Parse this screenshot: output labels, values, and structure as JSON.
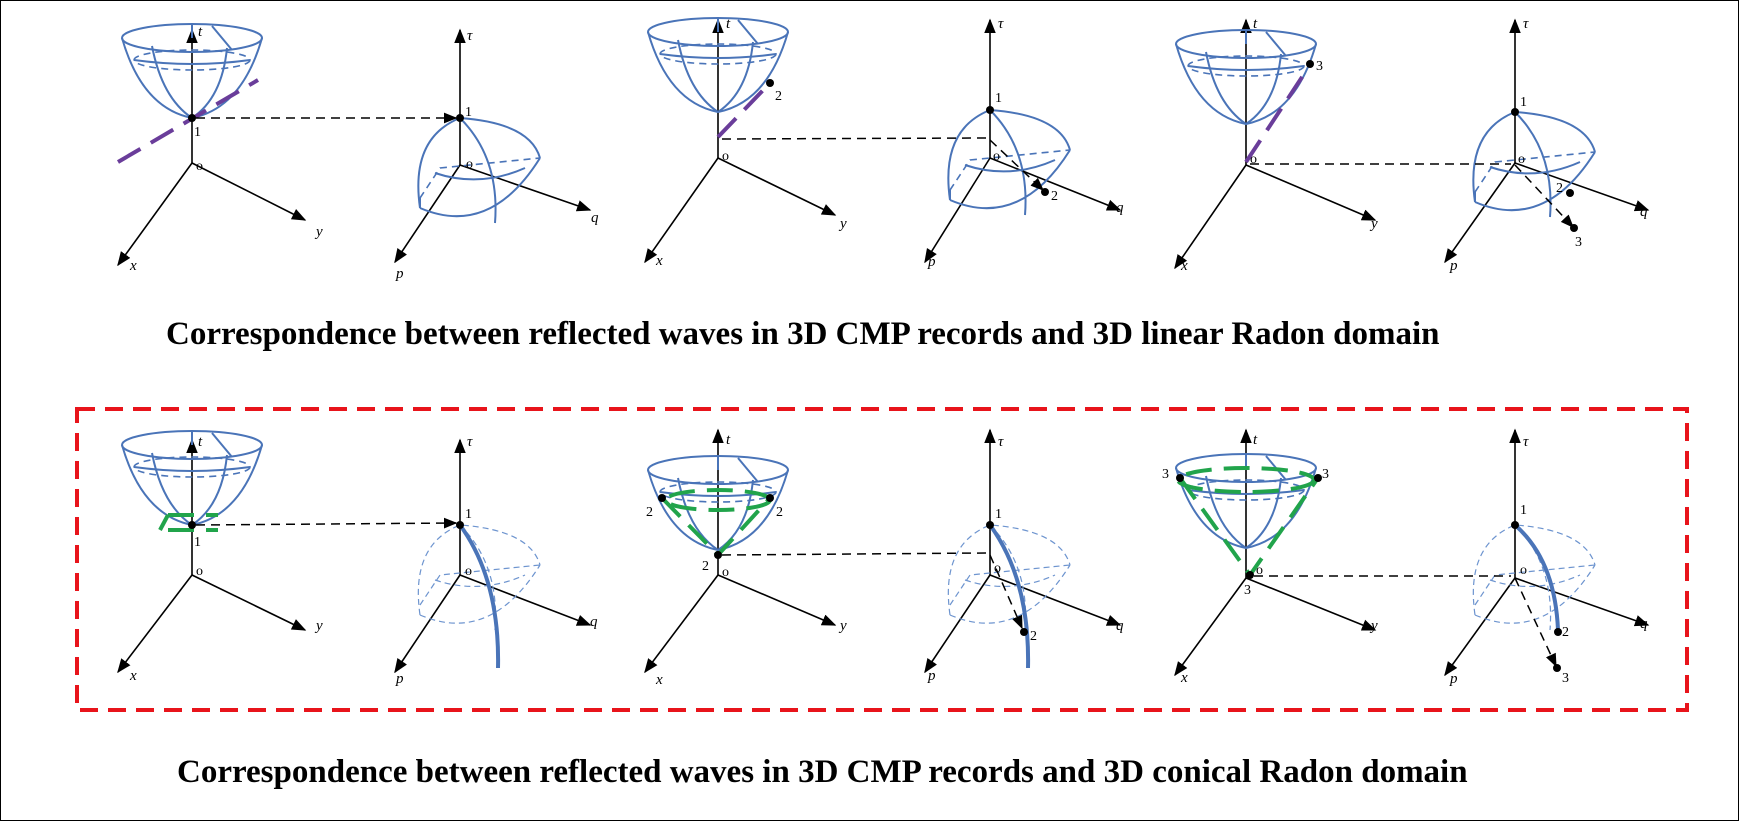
{
  "captions": {
    "linear": "Correspondence between reflected waves in 3D CMP records and 3D linear Radon domain",
    "conical": "Correspondence between reflected waves in 3D CMP records and 3D conical Radon domain"
  },
  "axis_labels": {
    "cmp": {
      "vertical": "t",
      "right": "y",
      "left": "x",
      "origin": "o"
    },
    "radon": {
      "vertical": "τ",
      "right": "q",
      "left": "p",
      "origin": "o"
    }
  },
  "point_labels": {
    "one": "1",
    "two": "2",
    "three": "3"
  },
  "colors": {
    "surface": "#4a74b8",
    "linear_path": "#6a3d9a",
    "conical_path": "#21a44b",
    "highlight_box": "#e8141b",
    "connector": "#000000"
  }
}
